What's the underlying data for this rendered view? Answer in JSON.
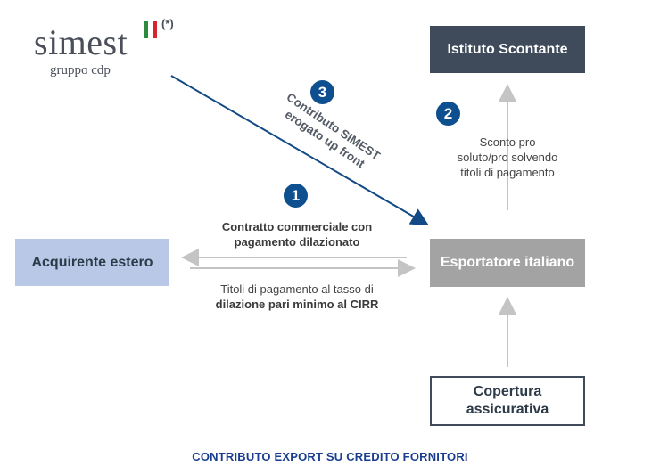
{
  "logo": {
    "word": "simest",
    "subtitle": "gruppo cdp",
    "mark": "(*)",
    "flag_colors": [
      "#2e8b3e",
      "#ffffff",
      "#d6262c"
    ]
  },
  "nodes": {
    "istituto": "Istituto Scontante",
    "acquirente": "Acquirente estero",
    "esportatore": "Esportatore italiano",
    "copertura": "Copertura assicurativa"
  },
  "steps": {
    "step1": {
      "number": "1",
      "line1": "Contratto commerciale con",
      "line2": "pagamento dilazionato"
    },
    "step2": {
      "number": "2",
      "line1": "Sconto pro",
      "line2": "soluto/pro solvendo",
      "line3": "titoli di pagamento"
    },
    "step3": {
      "number": "3",
      "line1": "Contributo SIMEST",
      "line2": "erogato up front"
    }
  },
  "payment_note": {
    "line1": "Titoli di pagamento al tasso di",
    "line2": "dilazione pari minimo al CIRR"
  },
  "footer": "CONTRIBUTO EXPORT SU CREDITO FORNITORI",
  "colors": {
    "dark_box": "#3f4b5b",
    "light_box": "#b8c8e6",
    "grey_box": "#a3a3a3",
    "badge": "#0d4f8f",
    "footer": "#1a3d8f"
  }
}
